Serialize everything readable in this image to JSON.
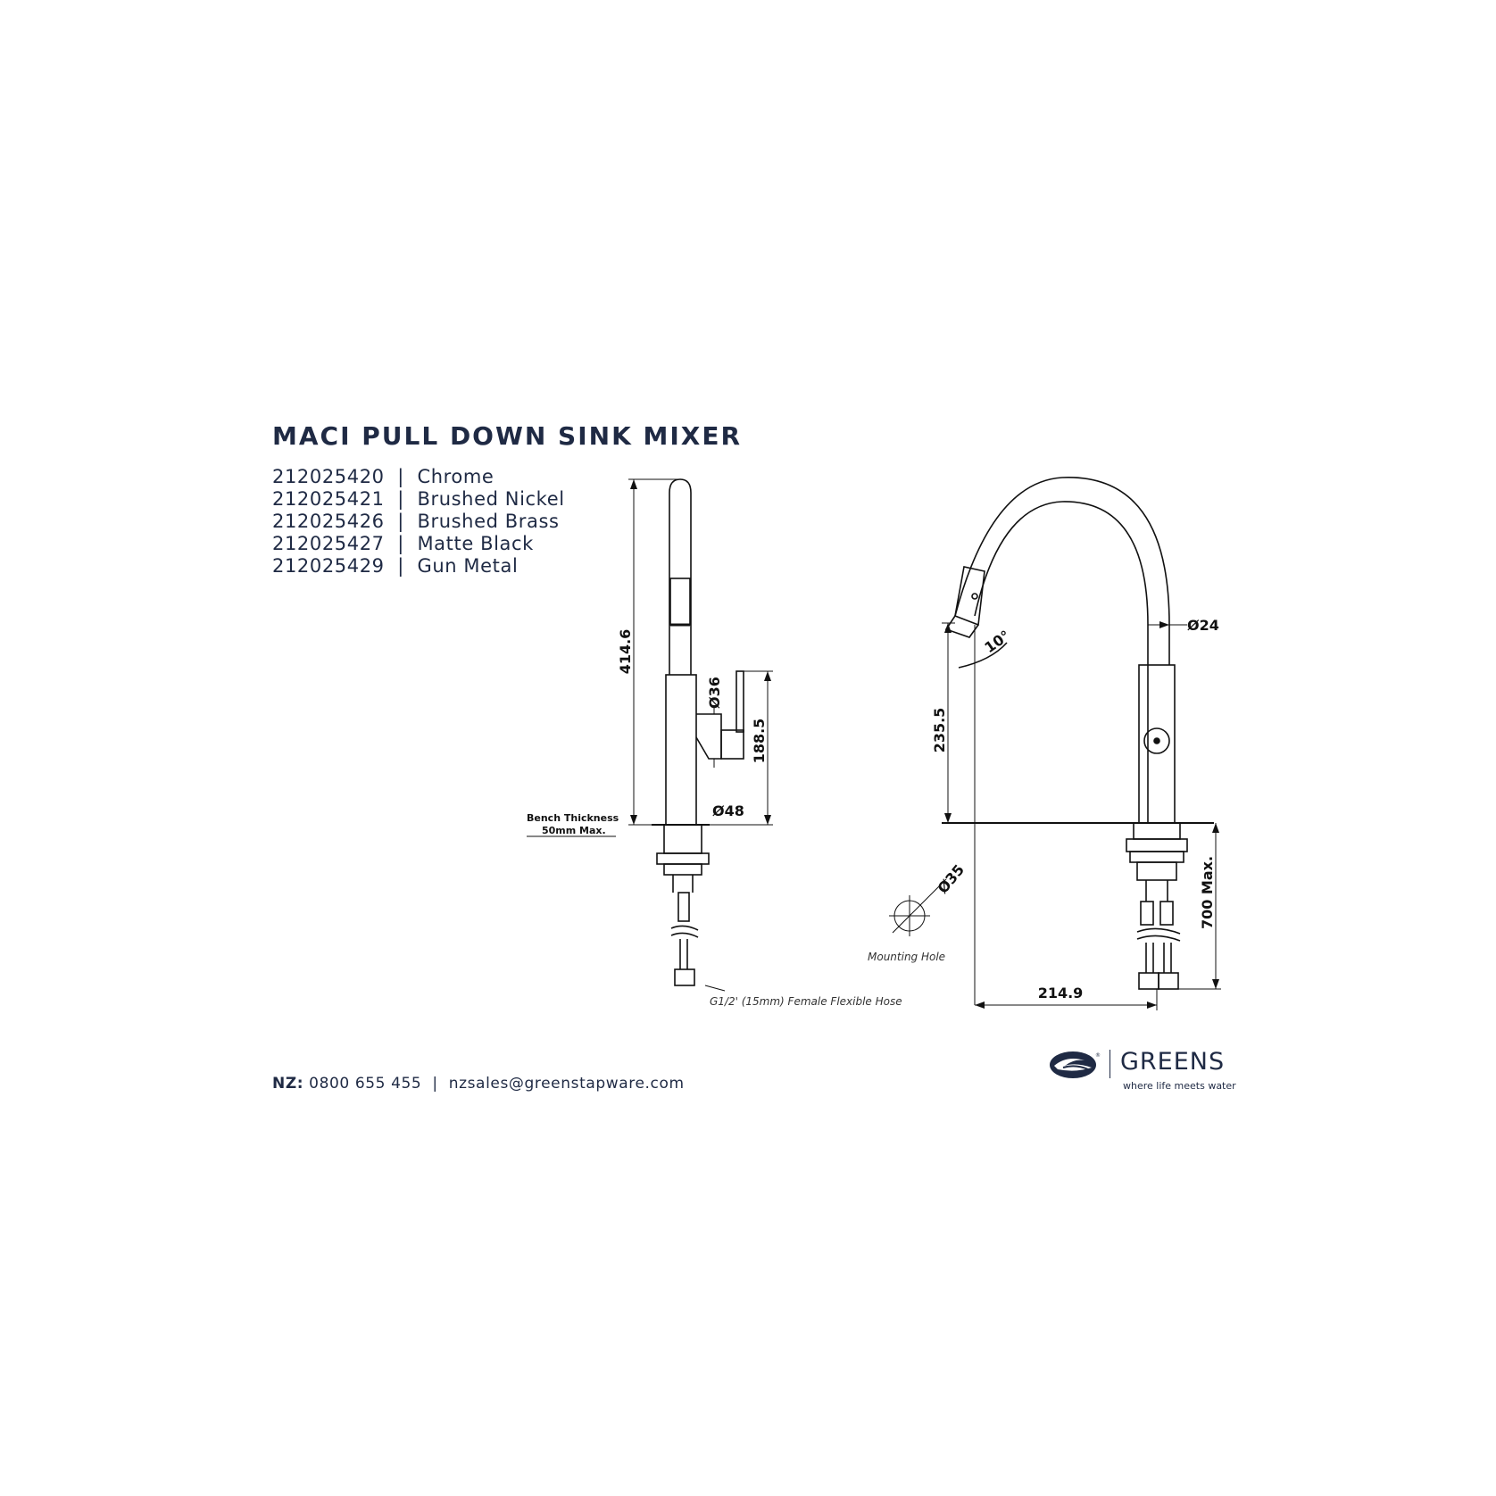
{
  "title": "MACI PULL DOWN SINK MIXER",
  "products": [
    {
      "code": "212025420",
      "finish": "Chrome"
    },
    {
      "code": "212025421",
      "finish": "Brushed Nickel"
    },
    {
      "code": "212025426",
      "finish": "Brushed Brass"
    },
    {
      "code": "212025427",
      "finish": "Matte Black"
    },
    {
      "code": "212025429",
      "finish": "Gun Metal"
    }
  ],
  "separator": "|",
  "dimensions": {
    "side_height": "414.6",
    "handle_diameter": "Ø36",
    "handle_height": "188.5",
    "base_diameter": "Ø48",
    "bench_thickness_line1": "Bench Thickness",
    "bench_thickness_line2": "50mm Max.",
    "hose_note": "G1/2' (15mm) Female Flexible Hose",
    "spout_diameter": "Ø24",
    "spray_angle": "10°",
    "spout_height": "235.5",
    "mounting_hole_diameter": "Ø35",
    "mounting_hole_label": "Mounting Hole",
    "hose_length": "700 Max.",
    "reach": "214.9"
  },
  "contact": {
    "label": "NZ:",
    "phone": "0800 655 455",
    "separator": "|",
    "email": "nzsales@greenstapware.com"
  },
  "brand": {
    "name": "GREENS",
    "tagline": "where life meets water",
    "logo_icon": "greens-wave-logo-icon",
    "color": "#1f2a44"
  }
}
